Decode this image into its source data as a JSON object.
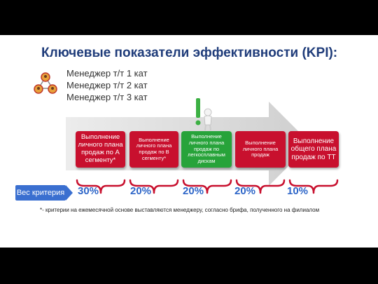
{
  "title": "Ключевые показатели эффективности (KPI):",
  "managers": [
    "Менеджер т/т 1 кат",
    "Менеджер т/т 2 кат",
    "Менеджер т/т 3 кат"
  ],
  "boxes": [
    {
      "label": "Выполнение личного плана продаж по А сегменту*",
      "color": "#c8102e"
    },
    {
      "label": "Выполнение личного плана продаж по В сегменту*",
      "color": "#c8102e"
    },
    {
      "label": "Выполнение личного плана продаж по легкосплавным дискам",
      "color": "#27a33a"
    },
    {
      "label": "Выполнение личного плана продаж",
      "color": "#c8102e"
    },
    {
      "label": "Выполнение общего плана продаж по ТТ",
      "color": "#c8102e"
    }
  ],
  "weight_label": "Вес критерия",
  "weights": [
    "30%",
    "20%",
    "20%",
    "20%",
    "10%"
  ],
  "note": "*- критерии на ежемесячной основе выставляются менеджеру, согласно брифа, полученного на филиалом",
  "icons": [
    "people-network-icon",
    "exclamation-figure-icon"
  ],
  "colors": {
    "title": "#1f3c7a",
    "red": "#c8102e",
    "green": "#27a33a",
    "blue": "#2e66c8",
    "brace": "#c8102e"
  }
}
